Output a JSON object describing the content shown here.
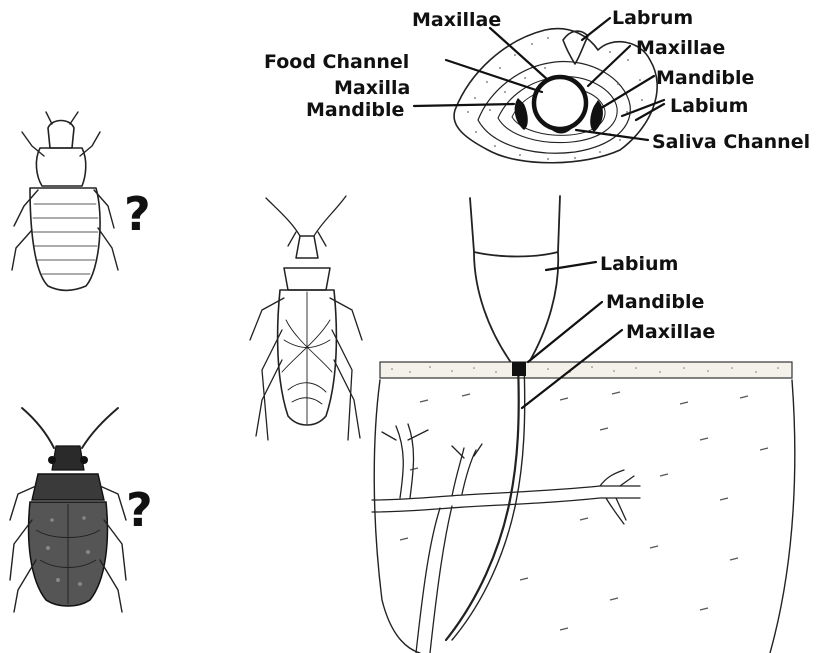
{
  "cross_section": {
    "labels": {
      "maxillae_top": "Maxillae",
      "labrum": "Labrum",
      "food_channel": "Food Channel",
      "maxilla": "Maxilla",
      "mandible_left": "Mandible",
      "maxillae_right": "Maxillae",
      "mandible_right": "Mandible",
      "labium": "Labium",
      "saliva_channel": "Saliva Channel"
    }
  },
  "feeding": {
    "labels": {
      "labium": "Labium",
      "mandible": "Mandible",
      "maxillae": "Maxillae"
    }
  },
  "insects": {
    "question_mark_top": "?",
    "question_mark_bottom": "?"
  }
}
